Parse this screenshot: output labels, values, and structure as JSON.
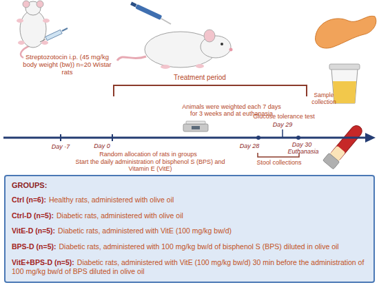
{
  "diagram": {
    "nodes": [
      {
        "text": [
          "GROUPS:",
          "Ctrl (n=6):",
          "Healthy rats, administered with olive oil",
          "Ctrl-D (n=5):",
          "Diabetic rats, administered with olive oil",
          "VitE-D (n=5):",
          "Diabetic rats, administered with VitE (100 mg/kg bw/d)",
          "BPS-D (n=5):",
          "Diabetic rats, administered with 100 mg/kg bw/d of bisphenol S (BPS) diluted in olive oil",
          "VitE+BPS-D (n=5):",
          "Diabetic rats, administered with VitE (100 mg/kg bw/d) 30 min before the administration of 100 mg/kg bw/d of BPS diluted in olive oil"
        ]
      }
    ],
    "labels": [
      "Streptozotocin i.p. (45 mg/kg body weight (bw)) n=20 Wistar rats",
      "Treatment period",
      "Animals were weighted each 7 days for 3 weeks and at euthanasia",
      "Glucose tolerance test",
      "Day 29",
      "Sample collection",
      "Day -7",
      "Day 0",
      "Random allocation of rats in groups",
      "Start the daily administration of bisphenol S (BPS) and Vitamin E (VitE)",
      "Day 28",
      "Day 30",
      "Euthanasia",
      "Stool collections"
    ]
  }
}
